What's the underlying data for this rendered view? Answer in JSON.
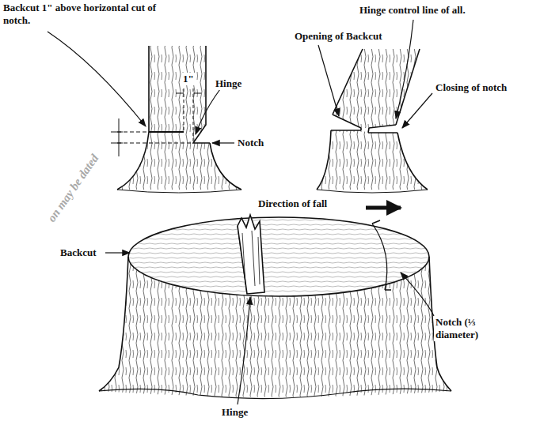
{
  "diagram": {
    "labels": [
      "Backcut 1\" above horizontal cut of notch.",
      "1\"",
      "Hinge",
      "Notch",
      "Hinge control line of all.",
      "Opening of Backcut",
      "Closing of notch",
      "Direction of fall",
      "Backcut",
      "Notch (⅓ diameter)",
      "Hinge",
      "on may be dated"
    ]
  }
}
